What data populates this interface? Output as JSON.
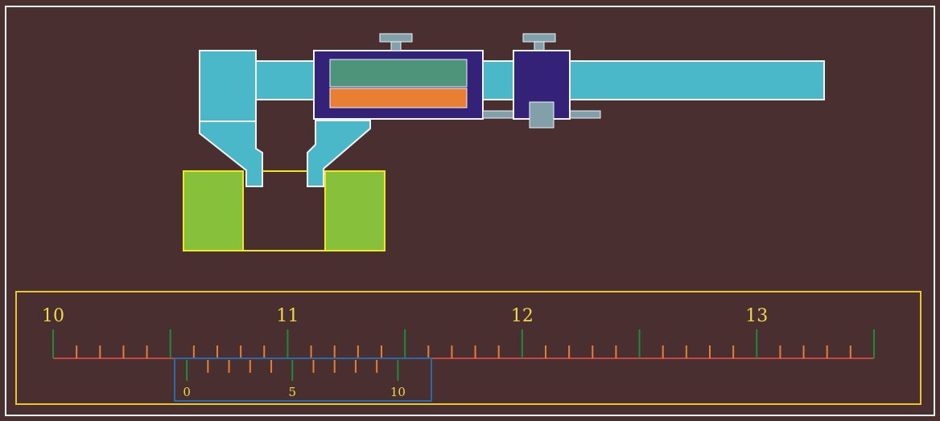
{
  "colors": {
    "background": "#4a2f31",
    "outer_frame": "#f2f2f2",
    "main_scale_line": "#c74545",
    "major_tick": "#1f8a3b",
    "minor_tick": "#e47f35",
    "scale_frame": "#e8c531",
    "vernier_frame": "#2b6aa7",
    "label": "#f0d64d",
    "caliper_body": "#4ab8c8",
    "caliper_outline": "#f1f5f8",
    "display_frame": "#332277",
    "display_top": "#4d947a",
    "display_bottom": "#e87f32",
    "clamp": "#81a0aa",
    "workpiece": "#87c03a",
    "workpiece_outline": "#f1e81c"
  },
  "main_scale": {
    "labels": [
      "10",
      "11",
      "12",
      "13"
    ],
    "start": 10,
    "end": 13.5,
    "major_step": 0.5,
    "minor_step": 0.1
  },
  "vernier_scale": {
    "labels": [
      "0",
      "5",
      "10"
    ],
    "divisions": 10,
    "zero_position": 10.57
  }
}
